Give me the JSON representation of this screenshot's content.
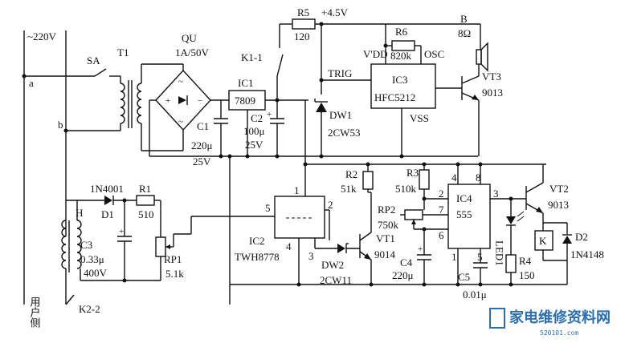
{
  "labels": {
    "mains": "~220V",
    "node_a": "a",
    "node_b": "b",
    "sa": "SA",
    "t1": "T1",
    "qu": "QU",
    "qu_rating": "1A/50V",
    "k11": "K1-1",
    "ic1": "IC1",
    "ic1_part": "7809",
    "c1": "C1",
    "c1_val": "220μ",
    "c1_volt": "25V",
    "c2": "C2",
    "c2_val": "100μ",
    "c2_volt": "25V",
    "r5": "R5",
    "r5_val": "120",
    "vcc": "+4.5V",
    "r6": "R6",
    "r6_val": "820k",
    "vdd": "V'DD",
    "osc": "OSC",
    "trig": "TRIG",
    "ic3": "IC3",
    "ic3_part": "HFC5212",
    "vss": "VSS",
    "dw1": "DW1",
    "dw1_part": "2CW53",
    "speaker": "B",
    "speaker_val": "8Ω",
    "vt3": "VT3",
    "vt3_part": "9013",
    "d1_part": "1N4001",
    "d1": "D1",
    "r1": "R1",
    "r1_val": "510",
    "h": "H",
    "c3": "C3",
    "c3_val": "0.33μ",
    "c3_volt": "400V",
    "rp1": "RP1",
    "rp1_val": "5.1k",
    "ic2": "IC2",
    "ic2_part": "TWH8778",
    "r2": "R2",
    "r2_val": "51k",
    "r3": "R3",
    "r3_val": "510k",
    "rp2": "RP2",
    "rp2_val": "750k",
    "vt1": "VT1",
    "vt1_part": "9014",
    "dw2": "DW2",
    "dw2_part": "2CW11",
    "c4": "C4",
    "c4_val": "220μ",
    "ic4": "IC4",
    "ic4_part": "555",
    "led1": "LED1",
    "r4": "R4",
    "r4_val": "150",
    "c5": "C5",
    "c5_val": "0.01μ",
    "vt2": "VT2",
    "vt2_part": "9013",
    "relay": "K",
    "d2": "D2",
    "d2_part": "1N4148",
    "k22": "K2-2",
    "user_side": "用户侧",
    "pin1": "1",
    "pin2": "2",
    "pin3": "3",
    "pin4": "4",
    "pin5": "5",
    "p555_1": "1",
    "p555_2": "2",
    "p555_3": "3",
    "p555_4": "4",
    "p555_5": "5",
    "p555_6": "6",
    "p555_7": "7",
    "p555_8": "8"
  },
  "watermark": {
    "site_name": "家电维修资料网",
    "site_url": "520101.com"
  },
  "colors": {
    "ink": "#111111",
    "watermark": "#2a6fb6"
  }
}
